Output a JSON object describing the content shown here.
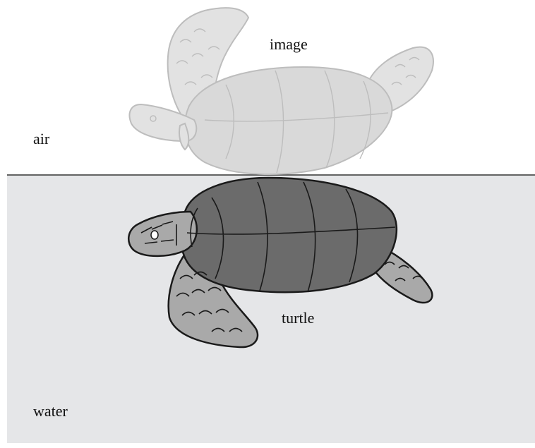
{
  "labels": {
    "image": "image",
    "air": "air",
    "turtle": "turtle",
    "water": "water"
  },
  "regions": {
    "air": {
      "color": "#ffffff"
    },
    "water": {
      "color": "#e5e6e8"
    }
  },
  "turtle": {
    "shell_color": "#6b6b6b",
    "skin_color": "#a9a9a9",
    "outline_color": "#1a1a1a"
  },
  "reflection": {
    "shell_color": "#d9d9d9",
    "skin_color": "#e2e2e2",
    "outline_color": "#bdbdbd"
  }
}
